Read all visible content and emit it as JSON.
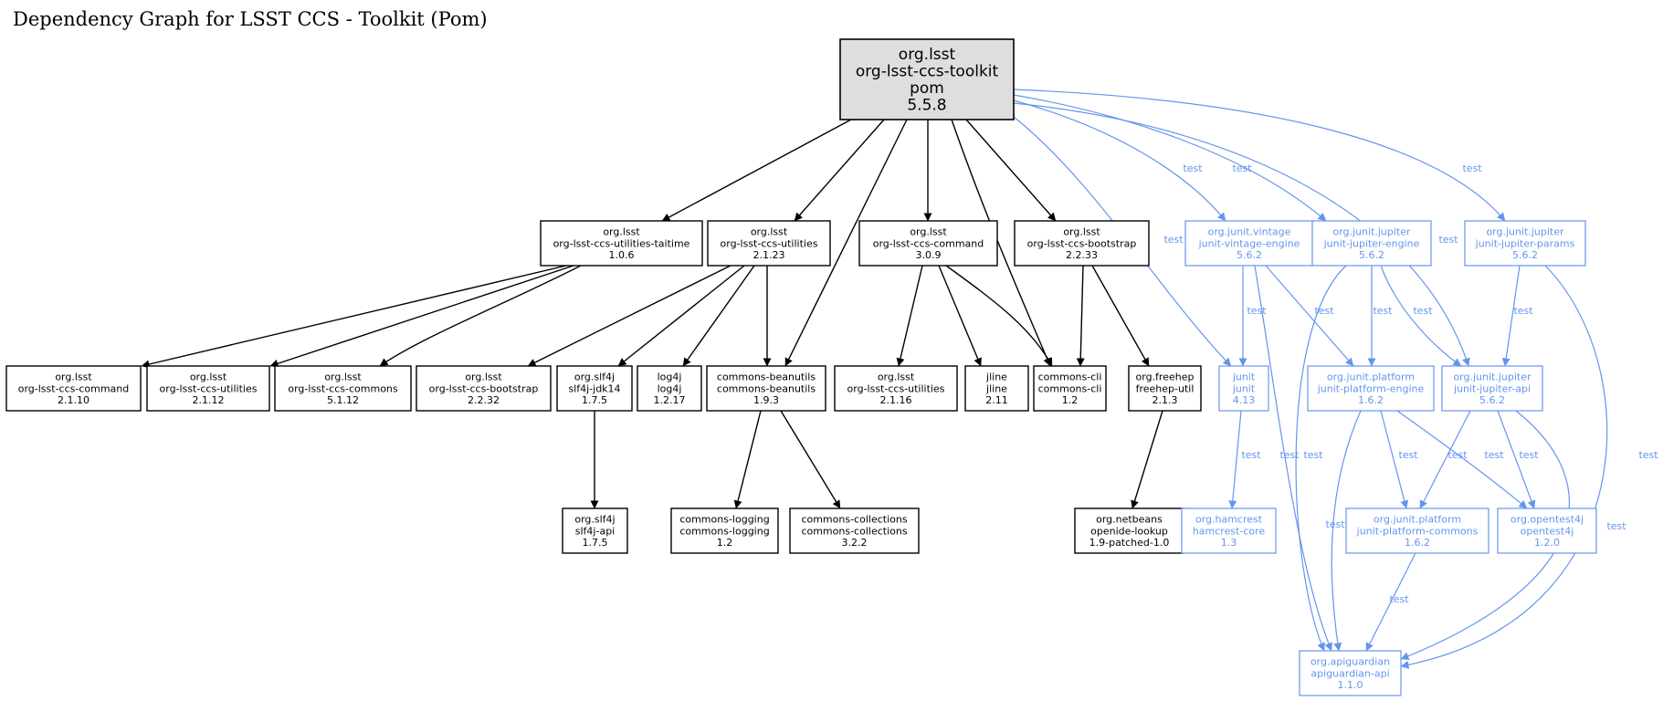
{
  "title": "Dependency Graph for LSST CCS - Toolkit (Pom)",
  "colors": {
    "compile": "#000000",
    "test": "#6495ed",
    "root_fill": "#dedede"
  },
  "nodes": [
    {
      "id": "toolkit",
      "lines": [
        "org.lsst",
        "org-lsst-ccs-toolkit",
        "pom",
        "5.5.8"
      ],
      "kind": "root"
    },
    {
      "id": "utilities-taitime",
      "lines": [
        "org.lsst",
        "org-lsst-ccs-utilities-taitime",
        "1.0.6"
      ],
      "kind": "compile"
    },
    {
      "id": "utilities-2123",
      "lines": [
        "org.lsst",
        "org-lsst-ccs-utilities",
        "2.1.23"
      ],
      "kind": "compile"
    },
    {
      "id": "command-309",
      "lines": [
        "org.lsst",
        "org-lsst-ccs-command",
        "3.0.9"
      ],
      "kind": "compile"
    },
    {
      "id": "bootstrap-2233",
      "lines": [
        "org.lsst",
        "org-lsst-ccs-bootstrap",
        "2.2.33"
      ],
      "kind": "compile"
    },
    {
      "id": "vintage-engine",
      "lines": [
        "org.junit.vintage",
        "junit-vintage-engine",
        "5.6.2"
      ],
      "kind": "test"
    },
    {
      "id": "jupiter-engine",
      "lines": [
        "org.junit.jupiter",
        "junit-jupiter-engine",
        "5.6.2"
      ],
      "kind": "test"
    },
    {
      "id": "jupiter-params",
      "lines": [
        "org.junit.jupiter",
        "junit-jupiter-params",
        "5.6.2"
      ],
      "kind": "test"
    },
    {
      "id": "command-2110",
      "lines": [
        "org.lsst",
        "org-lsst-ccs-command",
        "2.1.10"
      ],
      "kind": "compile"
    },
    {
      "id": "utilities-2112",
      "lines": [
        "org.lsst",
        "org-lsst-ccs-utilities",
        "2.1.12"
      ],
      "kind": "compile"
    },
    {
      "id": "commons-5112",
      "lines": [
        "org.lsst",
        "org-lsst-ccs-commons",
        "5.1.12"
      ],
      "kind": "compile"
    },
    {
      "id": "bootstrap-2232",
      "lines": [
        "org.lsst",
        "org-lsst-ccs-bootstrap",
        "2.2.32"
      ],
      "kind": "compile"
    },
    {
      "id": "slf4j-jdk14",
      "lines": [
        "org.slf4j",
        "slf4j-jdk14",
        "1.7.5"
      ],
      "kind": "compile"
    },
    {
      "id": "log4j",
      "lines": [
        "log4j",
        "log4j",
        "1.2.17"
      ],
      "kind": "compile"
    },
    {
      "id": "beanutils",
      "lines": [
        "commons-beanutils",
        "commons-beanutils",
        "1.9.3"
      ],
      "kind": "compile"
    },
    {
      "id": "utilities-2116",
      "lines": [
        "org.lsst",
        "org-lsst-ccs-utilities",
        "2.1.16"
      ],
      "kind": "compile"
    },
    {
      "id": "jline",
      "lines": [
        "jline",
        "jline",
        "2.11"
      ],
      "kind": "compile"
    },
    {
      "id": "commons-cli",
      "lines": [
        "commons-cli",
        "commons-cli",
        "1.2"
      ],
      "kind": "compile"
    },
    {
      "id": "freehep-util",
      "lines": [
        "org.freehep",
        "freehep-util",
        "2.1.3"
      ],
      "kind": "compile"
    },
    {
      "id": "junit",
      "lines": [
        "junit",
        "junit",
        "4.13"
      ],
      "kind": "test"
    },
    {
      "id": "platform-engine",
      "lines": [
        "org.junit.platform",
        "junit-platform-engine",
        "1.6.2"
      ],
      "kind": "test"
    },
    {
      "id": "jupiter-api",
      "lines": [
        "org.junit.jupiter",
        "junit-jupiter-api",
        "5.6.2"
      ],
      "kind": "test"
    },
    {
      "id": "slf4j-api",
      "lines": [
        "org.slf4j",
        "slf4j-api",
        "1.7.5"
      ],
      "kind": "compile"
    },
    {
      "id": "commons-logging",
      "lines": [
        "commons-logging",
        "commons-logging",
        "1.2"
      ],
      "kind": "compile"
    },
    {
      "id": "commons-collections",
      "lines": [
        "commons-collections",
        "commons-collections",
        "3.2.2"
      ],
      "kind": "compile"
    },
    {
      "id": "openide-lookup",
      "lines": [
        "org.netbeans",
        "openide-lookup",
        "1.9-patched-1.0"
      ],
      "kind": "compile"
    },
    {
      "id": "hamcrest-core",
      "lines": [
        "org.hamcrest",
        "hamcrest-core",
        "1.3"
      ],
      "kind": "test"
    },
    {
      "id": "platform-commons",
      "lines": [
        "org.junit.platform",
        "junit-platform-commons",
        "1.6.2"
      ],
      "kind": "test"
    },
    {
      "id": "opentest4j",
      "lines": [
        "org.opentest4j",
        "opentest4j",
        "1.2.0"
      ],
      "kind": "test"
    },
    {
      "id": "apiguardian-api",
      "lines": [
        "org.apiguardian",
        "apiguardian-api",
        "1.1.0"
      ],
      "kind": "test"
    }
  ],
  "edges": [
    {
      "from": "toolkit",
      "to": "utilities-taitime"
    },
    {
      "from": "toolkit",
      "to": "utilities-2123"
    },
    {
      "from": "toolkit",
      "to": "beanutils"
    },
    {
      "from": "toolkit",
      "to": "command-309"
    },
    {
      "from": "toolkit",
      "to": "commons-cli"
    },
    {
      "from": "toolkit",
      "to": "bootstrap-2233"
    },
    {
      "from": "toolkit",
      "to": "junit",
      "label": "test"
    },
    {
      "from": "toolkit",
      "to": "vintage-engine",
      "label": "test"
    },
    {
      "from": "toolkit",
      "to": "jupiter-engine",
      "label": "test"
    },
    {
      "from": "toolkit",
      "to": "jupiter-api",
      "label": "test"
    },
    {
      "from": "toolkit",
      "to": "jupiter-params",
      "label": "test"
    },
    {
      "from": "utilities-taitime",
      "to": "command-2110"
    },
    {
      "from": "utilities-taitime",
      "to": "utilities-2112"
    },
    {
      "from": "utilities-taitime",
      "to": "commons-5112"
    },
    {
      "from": "utilities-2123",
      "to": "bootstrap-2232"
    },
    {
      "from": "utilities-2123",
      "to": "slf4j-jdk14"
    },
    {
      "from": "utilities-2123",
      "to": "log4j"
    },
    {
      "from": "utilities-2123",
      "to": "beanutils"
    },
    {
      "from": "command-309",
      "to": "utilities-2116"
    },
    {
      "from": "command-309",
      "to": "jline"
    },
    {
      "from": "command-309",
      "to": "commons-cli"
    },
    {
      "from": "bootstrap-2233",
      "to": "commons-cli"
    },
    {
      "from": "bootstrap-2233",
      "to": "freehep-util"
    },
    {
      "from": "slf4j-jdk14",
      "to": "slf4j-api"
    },
    {
      "from": "beanutils",
      "to": "commons-logging"
    },
    {
      "from": "beanutils",
      "to": "commons-collections"
    },
    {
      "from": "freehep-util",
      "to": "openide-lookup"
    },
    {
      "from": "vintage-engine",
      "to": "junit",
      "label": "test"
    },
    {
      "from": "vintage-engine",
      "to": "platform-engine",
      "label": "test"
    },
    {
      "from": "vintage-engine",
      "to": "apiguardian-api",
      "label": "test"
    },
    {
      "from": "jupiter-engine",
      "to": "platform-engine",
      "label": "test"
    },
    {
      "from": "jupiter-engine",
      "to": "jupiter-api",
      "label": "test"
    },
    {
      "from": "jupiter-engine",
      "to": "apiguardian-api",
      "label": "test"
    },
    {
      "from": "jupiter-params",
      "to": "jupiter-api",
      "label": "test"
    },
    {
      "from": "jupiter-params",
      "to": "apiguardian-api",
      "label": "test"
    },
    {
      "from": "junit",
      "to": "hamcrest-core",
      "label": "test"
    },
    {
      "from": "platform-engine",
      "to": "platform-commons",
      "label": "test"
    },
    {
      "from": "platform-engine",
      "to": "opentest4j",
      "label": "test"
    },
    {
      "from": "platform-engine",
      "to": "apiguardian-api",
      "label": "test"
    },
    {
      "from": "jupiter-api",
      "to": "platform-commons",
      "label": "test"
    },
    {
      "from": "jupiter-api",
      "to": "opentest4j",
      "label": "test"
    },
    {
      "from": "jupiter-api",
      "to": "apiguardian-api",
      "label": "test"
    },
    {
      "from": "platform-commons",
      "to": "apiguardian-api",
      "label": "test"
    }
  ]
}
